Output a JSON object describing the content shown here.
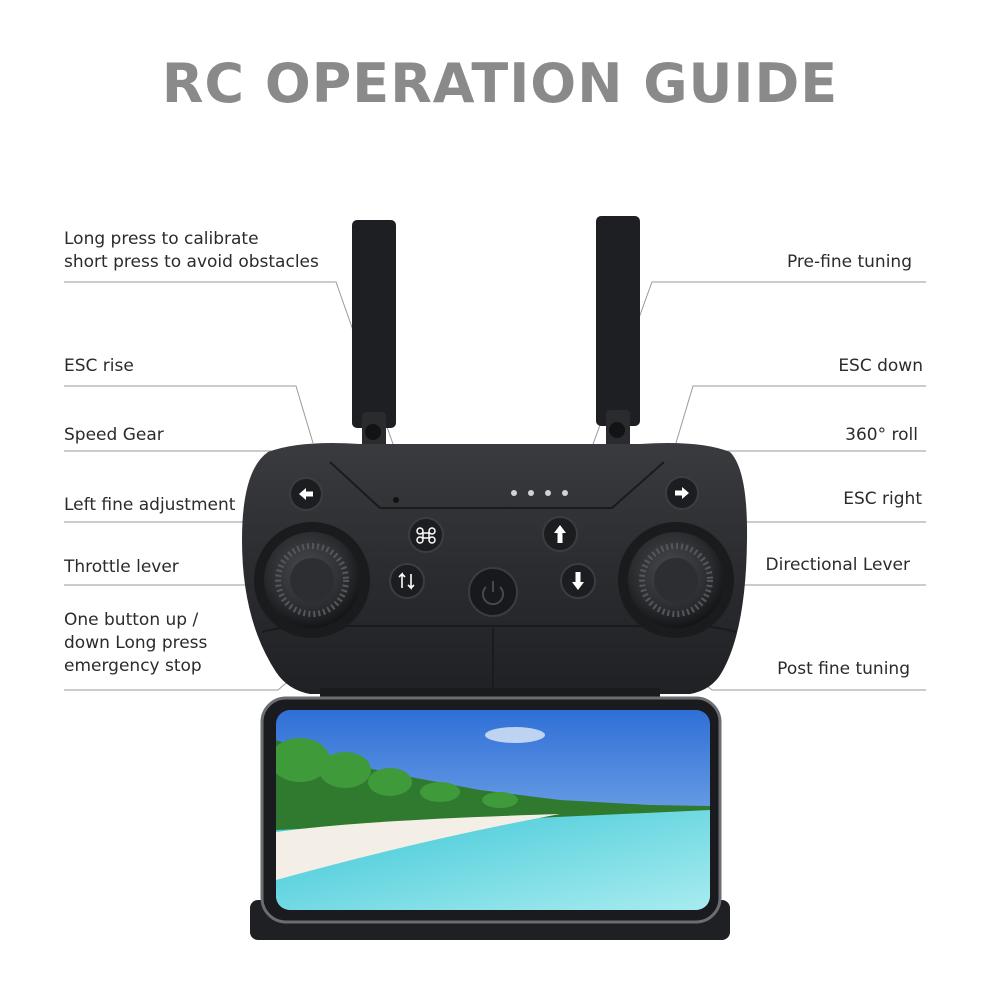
{
  "title": "RC OPERATION GUIDE",
  "colors": {
    "title": "#8a8a8a",
    "label_text": "#2b2b2b",
    "leader_line": "#9a9a9a",
    "controller_body": "#2a2b2e",
    "button_face": "#1c1d20",
    "button_icon": "#ffffff"
  },
  "labels": {
    "left": {
      "calibrate": "Long press to calibrate\nshort press to avoid obstacles",
      "esc_rise": "ESC rise",
      "speed_gear": "Speed Gear",
      "left_fine_adjustment": "Left fine adjustment",
      "throttle_lever": "Throttle lever",
      "one_button": "One button up /\ndown Long press\nemergency stop"
    },
    "right": {
      "pre_fine_tuning": "Pre-fine tuning",
      "esc_down": "ESC down",
      "roll_360": "360° roll",
      "esc_right": "ESC right",
      "directional_lever": "Directional Lever",
      "post_fine_tuning": "Post fine tuning"
    }
  },
  "icons": {
    "left_fine": "arrow-left-icon",
    "esc_right": "arrow-right-icon",
    "calibrate": "drone-icon",
    "pre_fine": "arrow-up-icon",
    "takeoff_land": "up-down-icon",
    "power": "power-icon",
    "post_fine": "arrow-down-icon"
  }
}
